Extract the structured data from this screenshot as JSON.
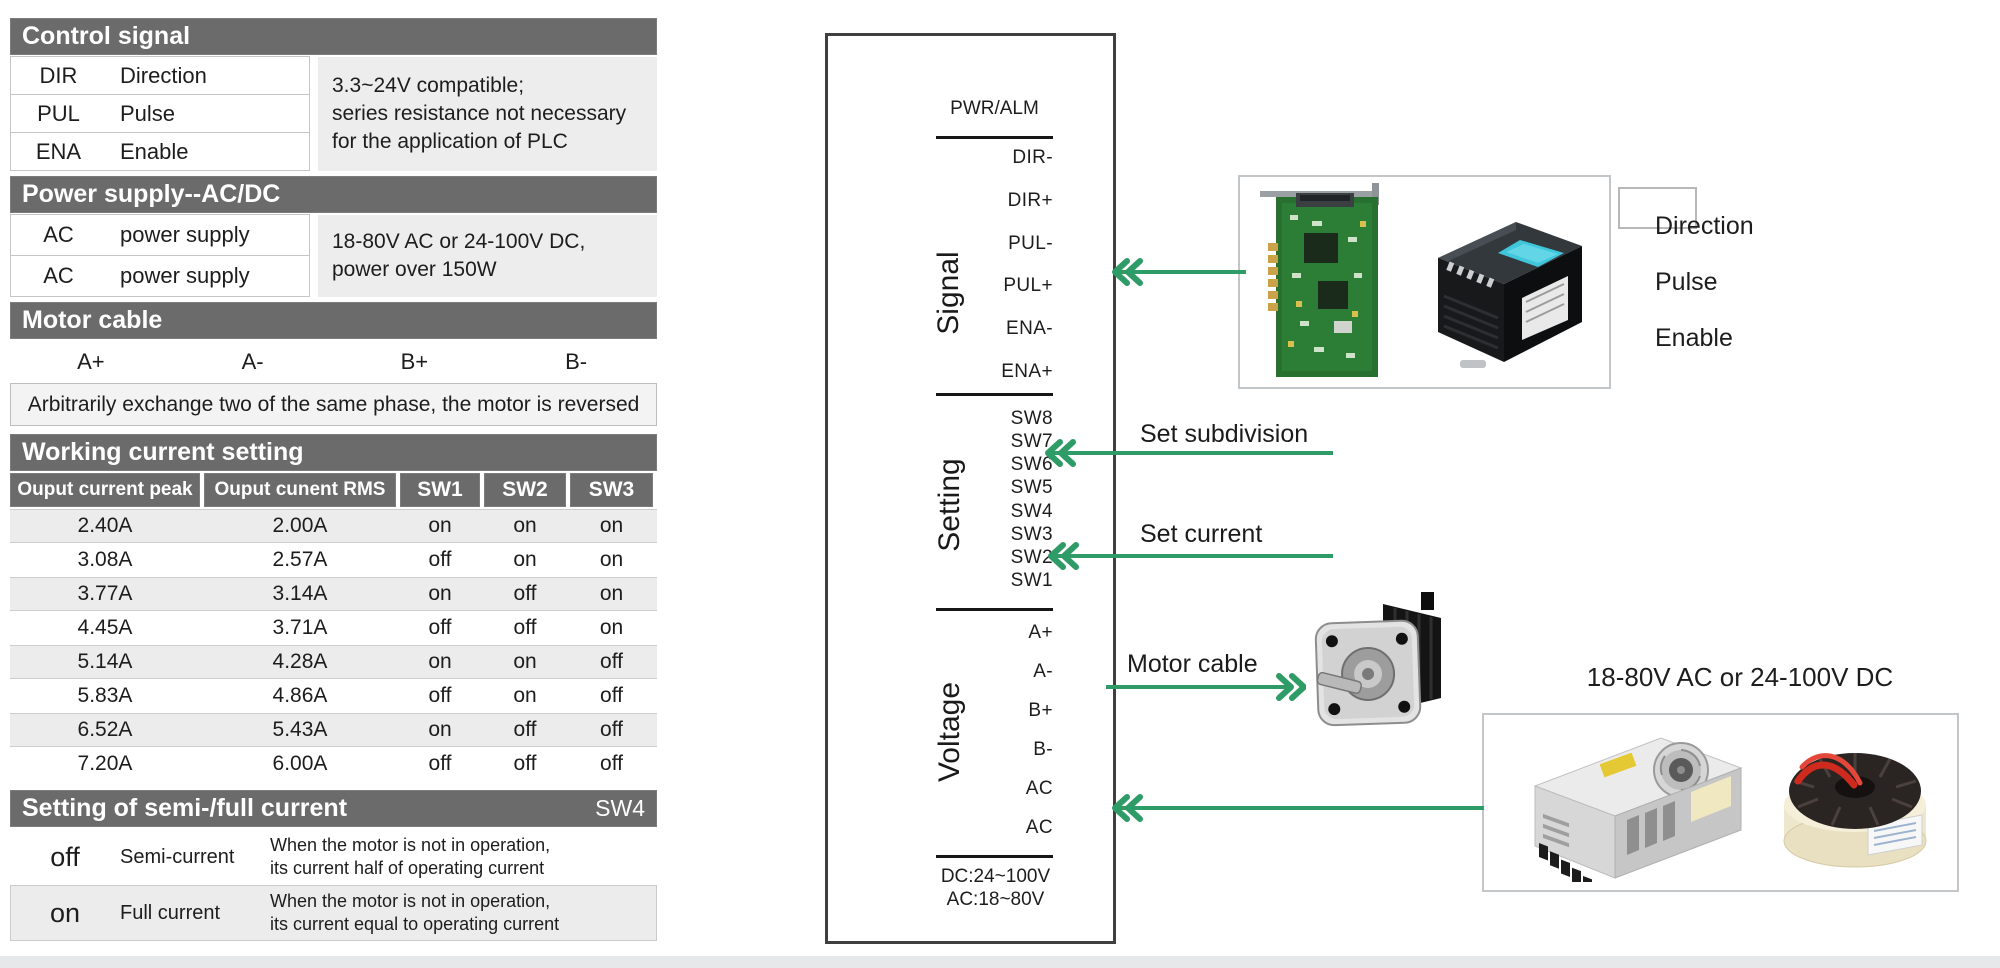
{
  "colors": {
    "header_bar": "#6b6b6b",
    "note_background": "#ededed",
    "row_stripe": "#ececec",
    "connector_green": "#2f9c68",
    "driver_border": "#3f3f3f"
  },
  "left_panel": {
    "control_signal": {
      "title": "Control signal",
      "rows": [
        {
          "code": "DIR",
          "label": "Direction"
        },
        {
          "code": "PUL",
          "label": "Pulse"
        },
        {
          "code": "ENA",
          "label": "Enable"
        }
      ],
      "note_lines": [
        "3.3~24V compatible;",
        "series resistance not necessary",
        "for the application of PLC"
      ]
    },
    "power_supply": {
      "title": "Power supply--AC/DC",
      "rows": [
        {
          "code": "AC",
          "label": "power supply"
        },
        {
          "code": "AC",
          "label": "power supply"
        }
      ],
      "note_lines": [
        "18-80V AC or 24-100V DC,",
        "power over 150W"
      ]
    },
    "motor_cable": {
      "title": "Motor cable",
      "terminals": [
        "A+",
        "A-",
        "B+",
        "B-"
      ],
      "note": "Arbitrarily exchange two of the same phase, the motor is reversed"
    },
    "working_current": {
      "title": "Working current setting",
      "columns": [
        "Ouput current peak",
        "Ouput cunent RMS",
        "SW1",
        "SW2",
        "SW3"
      ],
      "rows": [
        [
          "2.40A",
          "2.00A",
          "on",
          "on",
          "on"
        ],
        [
          "3.08A",
          "2.57A",
          "off",
          "on",
          "on"
        ],
        [
          "3.77A",
          "3.14A",
          "on",
          "off",
          "on"
        ],
        [
          "4.45A",
          "3.71A",
          "off",
          "off",
          "on"
        ],
        [
          "5.14A",
          "4.28A",
          "on",
          "on",
          "off"
        ],
        [
          "5.83A",
          "4.86A",
          "off",
          "on",
          "off"
        ],
        [
          "6.52A",
          "5.43A",
          "on",
          "off",
          "off"
        ],
        [
          "7.20A",
          "6.00A",
          "off",
          "off",
          "off"
        ]
      ]
    },
    "semi_full": {
      "title": "Setting of semi-/full current",
      "switch_label": "SW4",
      "rows": [
        {
          "state": "off",
          "mode": "Semi-current",
          "desc_line1": "When the motor is not in operation,",
          "desc_line2": "its current half of operating current"
        },
        {
          "state": "on",
          "mode": "Full current",
          "desc_line1": "When the motor is not in operation,",
          "desc_line2": "its current equal to operating current"
        }
      ]
    }
  },
  "driver": {
    "led_label": "PWR/ALM",
    "signal": {
      "label": "Signal",
      "pins": [
        "DIR-",
        "DIR+",
        "PUL-",
        "PUL+",
        "ENA-",
        "ENA+"
      ]
    },
    "setting": {
      "label": "Setting",
      "pins": [
        "SW8",
        "SW7",
        "SW6",
        "SW5",
        "SW4",
        "SW3",
        "SW2",
        "SW1"
      ]
    },
    "voltage": {
      "label": "Voltage",
      "pins": [
        "A+",
        "A-",
        "B+",
        "B-",
        "AC",
        "AC"
      ]
    },
    "bottom_lines": [
      "DC:24~100V",
      "AC:18~80V"
    ]
  },
  "annotations": {
    "set_subdivision": "Set subdivision",
    "set_current": "Set current",
    "motor_cable": "Motor cable",
    "psu_caption": "18-80V AC or 24-100V DC",
    "signal_labels": [
      "Direction",
      "Pulse",
      "Enable"
    ]
  }
}
